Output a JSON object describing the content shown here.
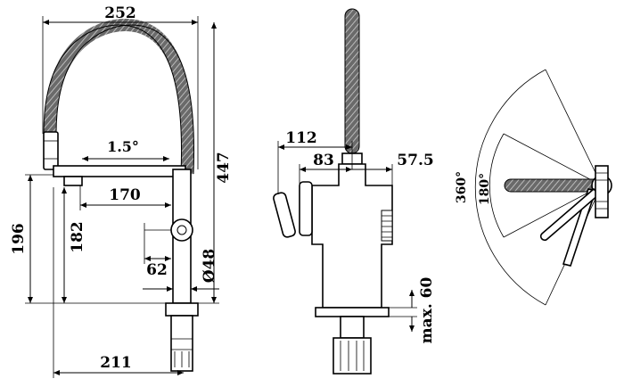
{
  "side_view": {
    "width_top": "252",
    "spout_angle": "1.5°",
    "spout_reach": "170",
    "height_total": "447",
    "height_spout": "196",
    "height_outlet": "182",
    "handle_offset": "62",
    "body_diameter": "Ø48",
    "base_width": "211"
  },
  "front_view": {
    "handle_reach": "112",
    "handle_offset": "83",
    "right_offset": "57.5",
    "max_thickness": "max. 60"
  },
  "top_view": {
    "rotation_spout": "360°",
    "rotation_lever": "180°"
  },
  "colors": {
    "line": "#000000",
    "hose": "#555555",
    "background": "#ffffff"
  }
}
